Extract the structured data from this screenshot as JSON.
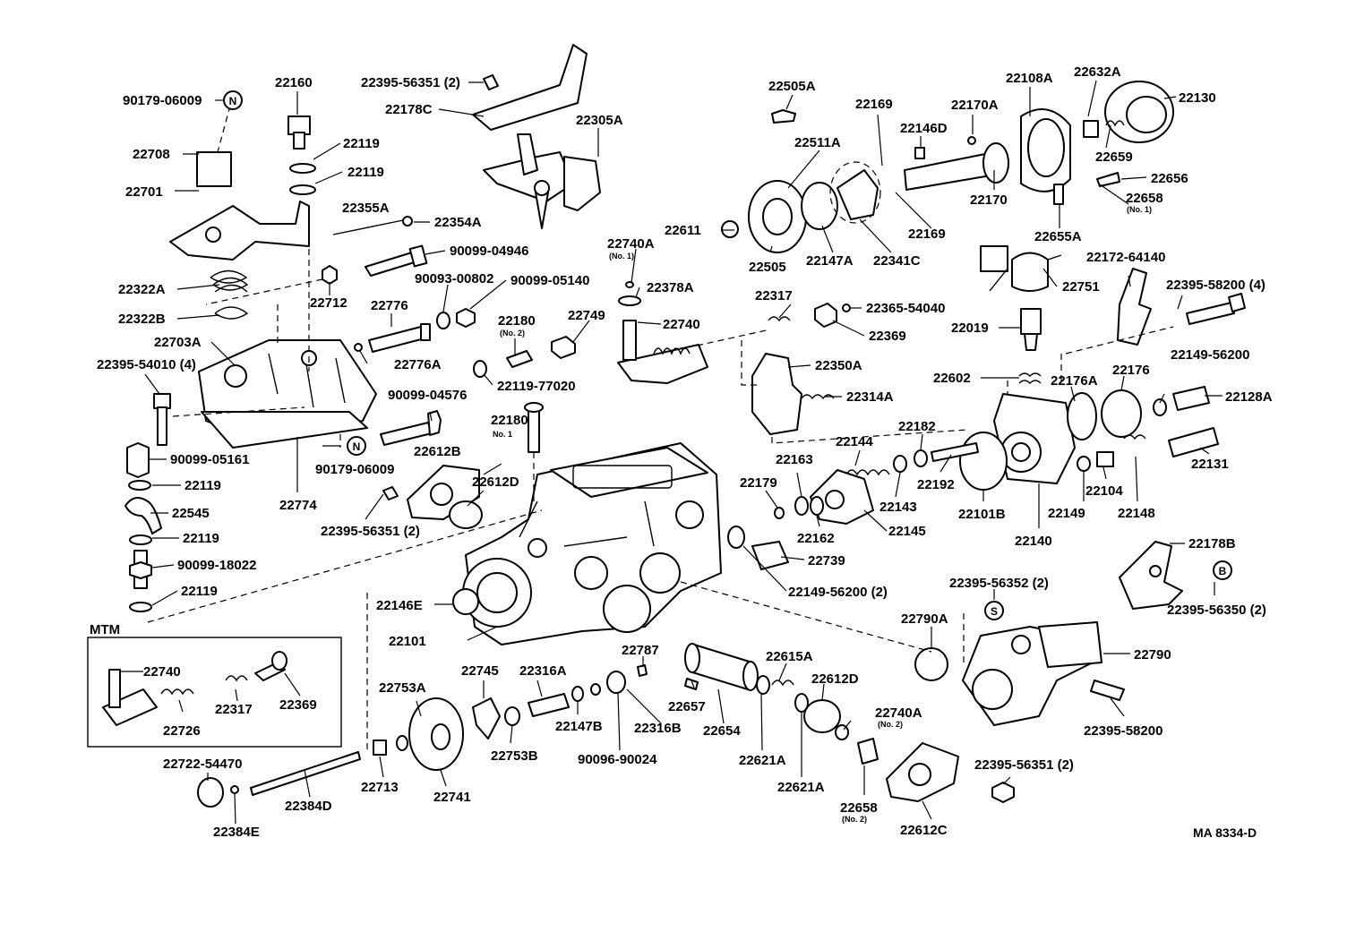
{
  "diagram": {
    "reference_code": "MA 8334-D",
    "box_title": "MTM",
    "symbols": [
      "N",
      "N",
      "S",
      "B"
    ],
    "labels": [
      "22160",
      "90179-06009",
      "22119",
      "22119",
      "22708",
      "22701",
      "22355A",
      "22354A",
      "90099-04946",
      "22322A",
      "22322B",
      "22712",
      "90093-00802",
      "90099-05140",
      "22776",
      "22703A",
      "22395-54010 (4)",
      "22776A",
      "90099-04576",
      "90099-05161",
      "22119",
      "22545",
      "22119",
      "90099-18022",
      "22119",
      "22774",
      "90179-06009",
      "22395-56351 (2)",
      "22178C",
      "22305A",
      "22740A",
      "22378A",
      "22749",
      "22740",
      "22180",
      "22119-77020",
      "22180",
      "22612B",
      "22612D",
      "22395-56351 (2)",
      "22505A",
      "22511A",
      "22169",
      "22146D",
      "22170A",
      "22108A",
      "22632A",
      "22130",
      "22659",
      "22656",
      "22658",
      "22170",
      "22169",
      "22611",
      "22505",
      "22147A",
      "22341C",
      "22655A",
      "22172-64140",
      "22751",
      "22395-58200 (4)",
      "22317",
      "22365-54040",
      "22369",
      "22019",
      "22350A",
      "22314A",
      "22602",
      "22176A",
      "22176",
      "22149-56200",
      "22128A",
      "22182",
      "22144",
      "22163",
      "22192",
      "22143",
      "22145",
      "22179",
      "22162",
      "22101B",
      "22140",
      "22104",
      "22148",
      "22131",
      "22149",
      "22739",
      "22149-56200 (2)",
      "22178B",
      "22395-56352 (2)",
      "22395-56350 (2)",
      "22146E",
      "22101",
      "22790A",
      "22790",
      "22395-58200",
      "22740",
      "22726",
      "22317",
      "22369",
      "22753A",
      "22745",
      "22316A",
      "22787",
      "22615A",
      "22612D",
      "22657",
      "22147B",
      "22316B",
      "22654",
      "22740A",
      "22753B",
      "90096-90024",
      "22621A",
      "22621A",
      "22722-54470",
      "22384D",
      "22713",
      "22741",
      "22384E",
      "22658",
      "22612C",
      "22395-56351 (2)"
    ],
    "sub_labels": [
      "(No. 1)",
      "(No. 2)",
      "No. 1",
      "(No. 1)",
      "(No. 2)",
      "(No. 2)"
    ]
  }
}
